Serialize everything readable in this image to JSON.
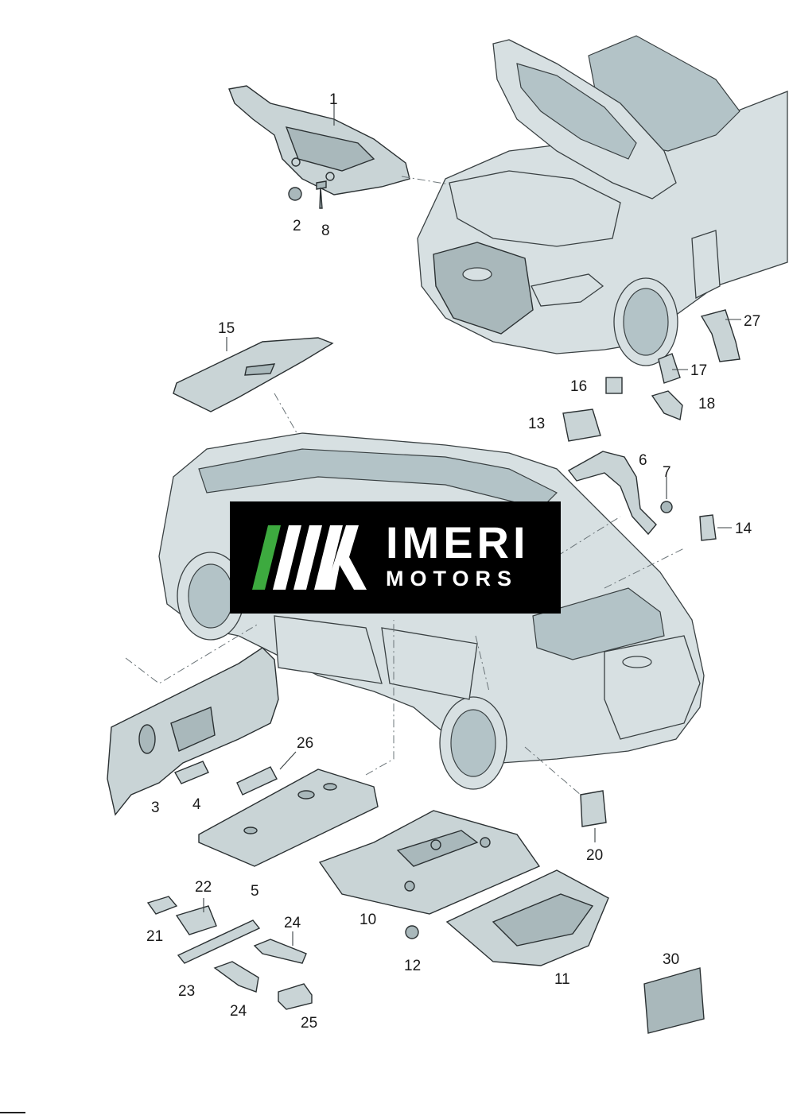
{
  "watermark": {
    "name": "IMERI",
    "subtitle": "MOTORS",
    "colors": {
      "green": "#3daa3f",
      "white": "#ffffff",
      "background": "#000000"
    }
  },
  "callouts": {
    "p1": "1",
    "p2": "2",
    "p3": "3",
    "p4": "4",
    "p5": "5",
    "p6": "6",
    "p7": "7",
    "p8": "8",
    "p10": "10",
    "p11": "11",
    "p12": "12",
    "p13": "13",
    "p14": "14",
    "p15": "15",
    "p16": "16",
    "p17": "17",
    "p18": "18",
    "p20": "20",
    "p21": "21",
    "p22": "22",
    "p23": "23",
    "p24a": "24",
    "p24b": "24",
    "p25": "25",
    "p26": "26",
    "p27": "27",
    "p30": "30"
  }
}
